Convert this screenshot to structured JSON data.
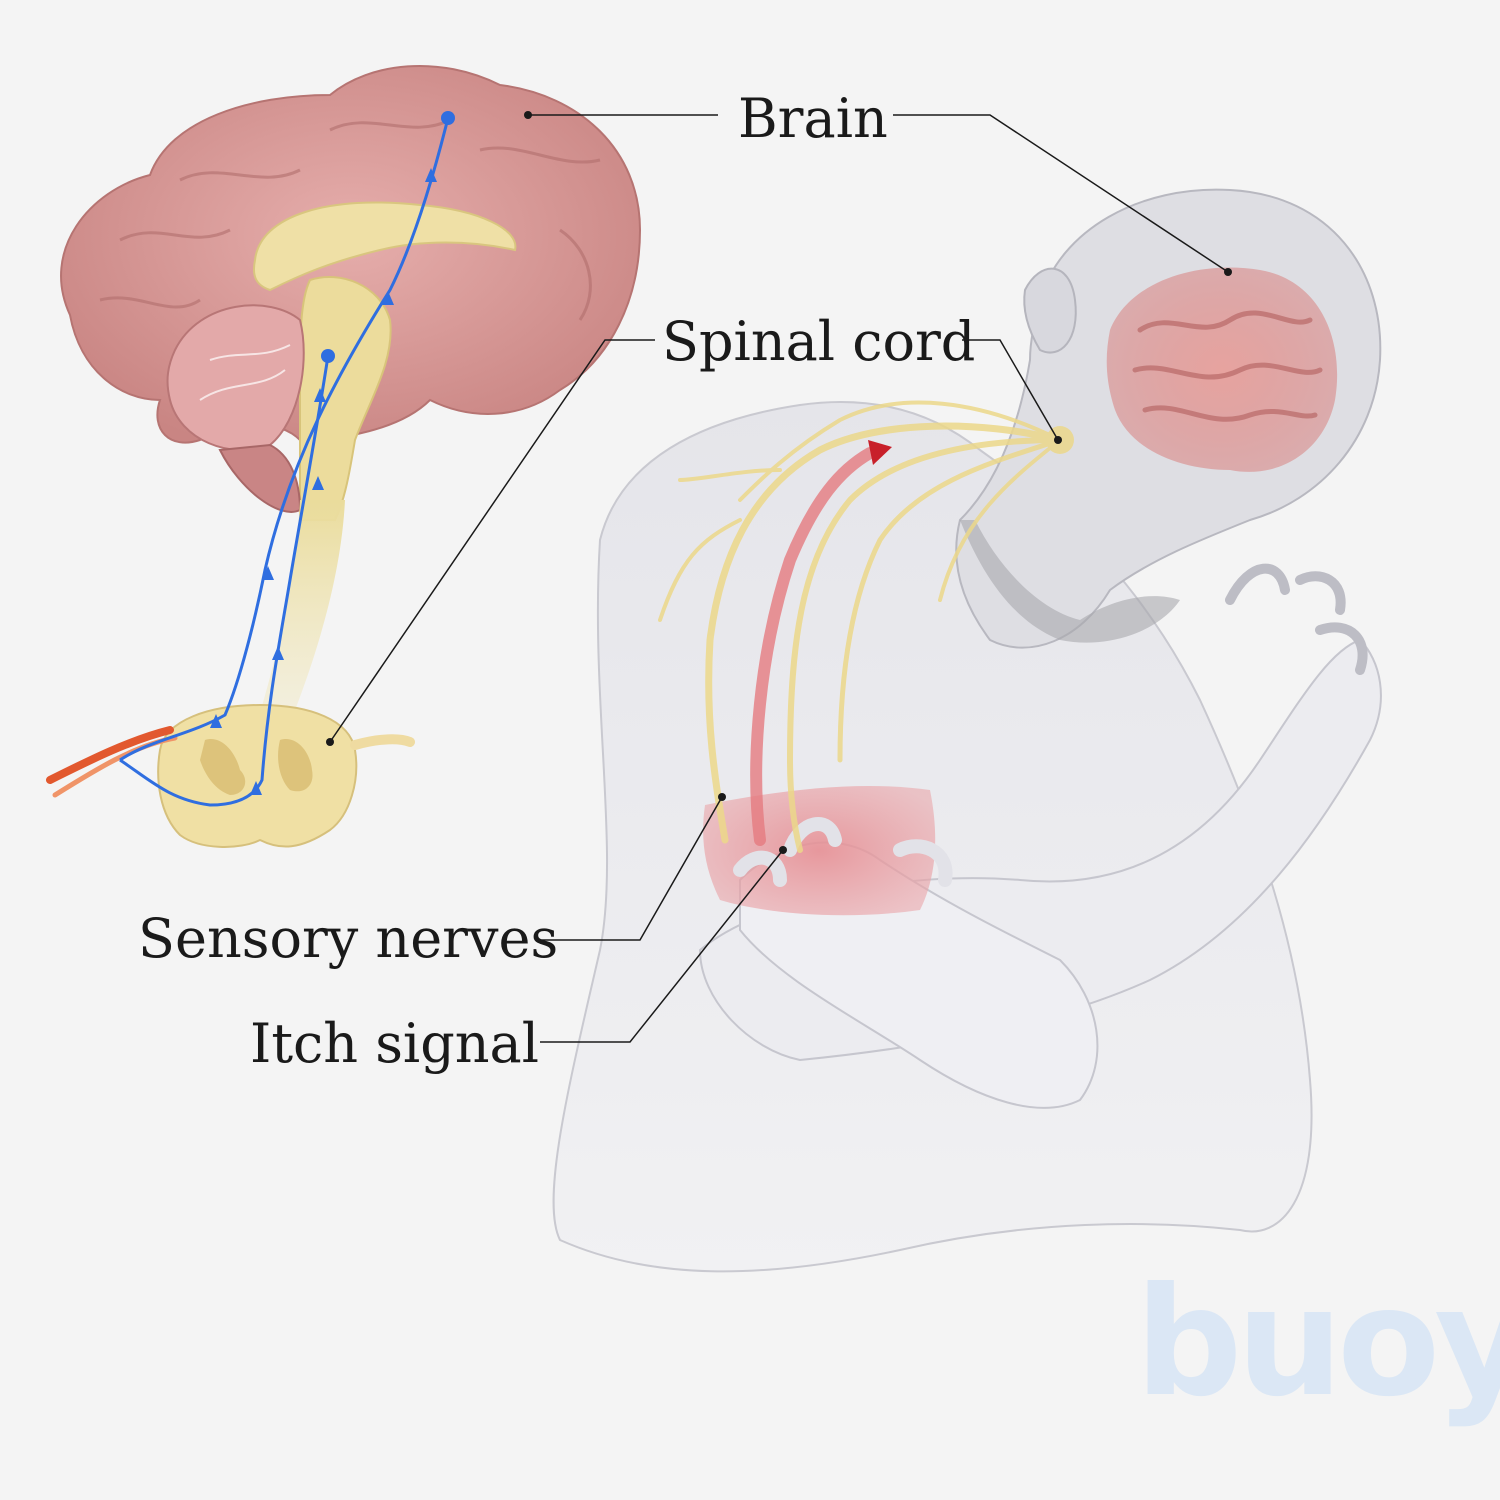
{
  "labels": {
    "brain": "Brain",
    "spinal_cord": "Spinal cord",
    "sensory_nerves": "Sensory nerves",
    "itch_signal": "Itch signal"
  },
  "logo": {
    "text": "buoy",
    "mark": "®"
  },
  "colors": {
    "background": "#f4f4f4",
    "brain_tissue": "#d99a98",
    "spinal_tissue": "#efe2a8",
    "signal_path": "#2f6ee0",
    "itch_arrow": "#c8202a",
    "itch_zone": "#e9a0a4",
    "leader_line": "#1a1a1a",
    "logo": "#dbe7f5"
  }
}
